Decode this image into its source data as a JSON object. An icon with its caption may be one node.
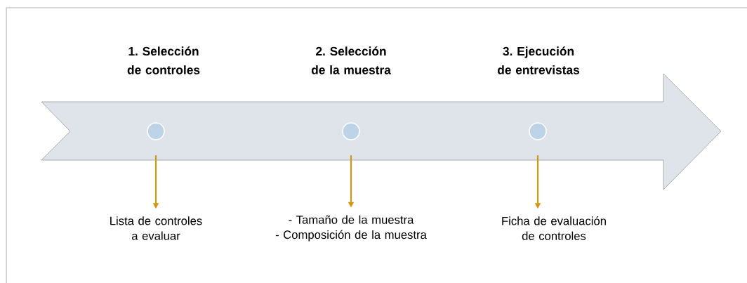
{
  "diagram": {
    "nodes": [
      {
        "text": [],
        "shape": "arrow"
      },
      {
        "text": [],
        "shape": "circle",
        "in": 0,
        "beside": [
          "1. Selección de controles"
        ]
      },
      {
        "text": [],
        "shape": "circle",
        "in": 0,
        "beside": [
          "2. Selección de la muestra"
        ]
      },
      {
        "text": [],
        "shape": "circle",
        "in": 0,
        "beside": [
          "3. Ejecución de entrevistas"
        ]
      },
      {
        "text": [
          "Lista de controles a evaluar"
        ]
      },
      {
        "text": [
          "- Tamaño de la muestra",
          "- Composición de la muestra"
        ]
      },
      {
        "text": [
          "Ficha de evaluación de controles"
        ]
      }
    ],
    "edges": [
      {
        "from": 1,
        "to": 4,
        "arrow": "to"
      },
      {
        "from": 2,
        "to": 5,
        "arrow": "to"
      },
      {
        "from": 3,
        "to": 6,
        "arrow": "to"
      }
    ]
  }
}
